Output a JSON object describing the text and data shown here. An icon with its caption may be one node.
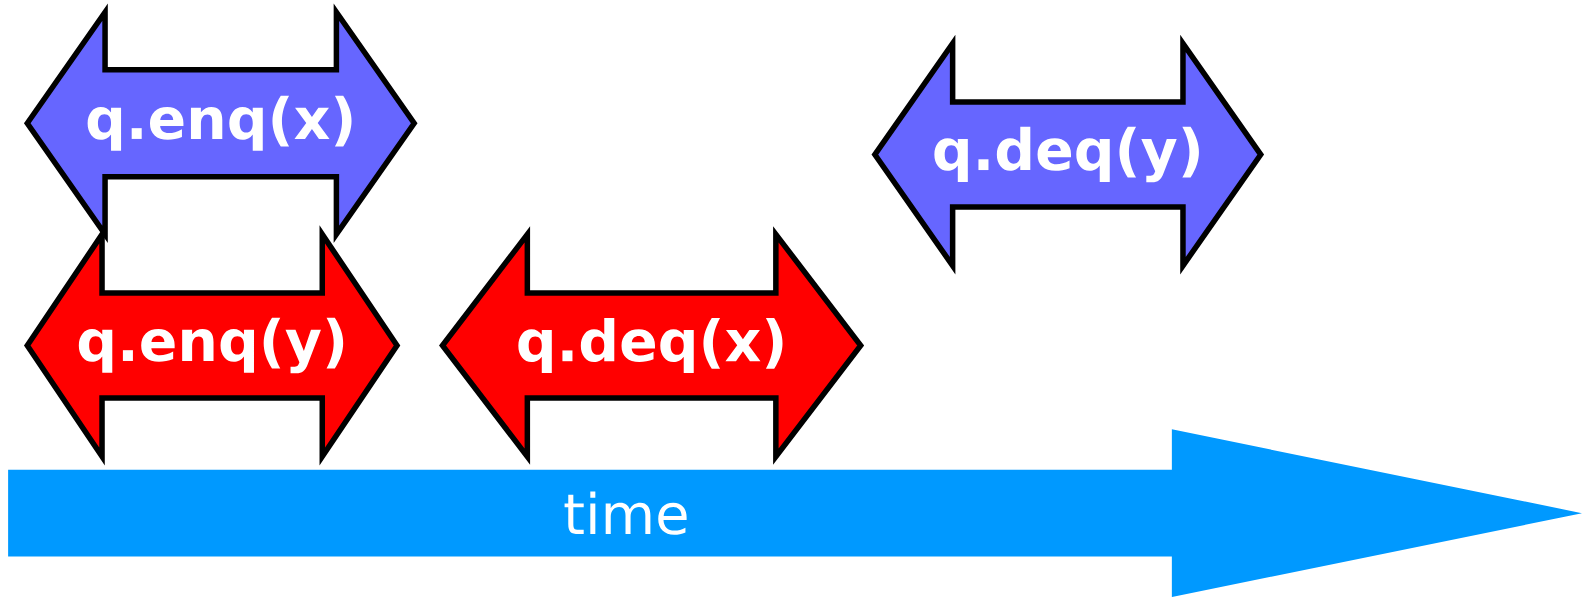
{
  "diagram": {
    "nodes": [
      {
        "text": [
          "q.enq(x)"
        ]
      },
      {
        "text": [
          "q.enq(y)"
        ]
      },
      {
        "text": [
          "q.deq(x)"
        ]
      },
      {
        "text": [
          "q.deq(y)"
        ]
      },
      {
        "text": [
          "time"
        ]
      }
    ]
  }
}
